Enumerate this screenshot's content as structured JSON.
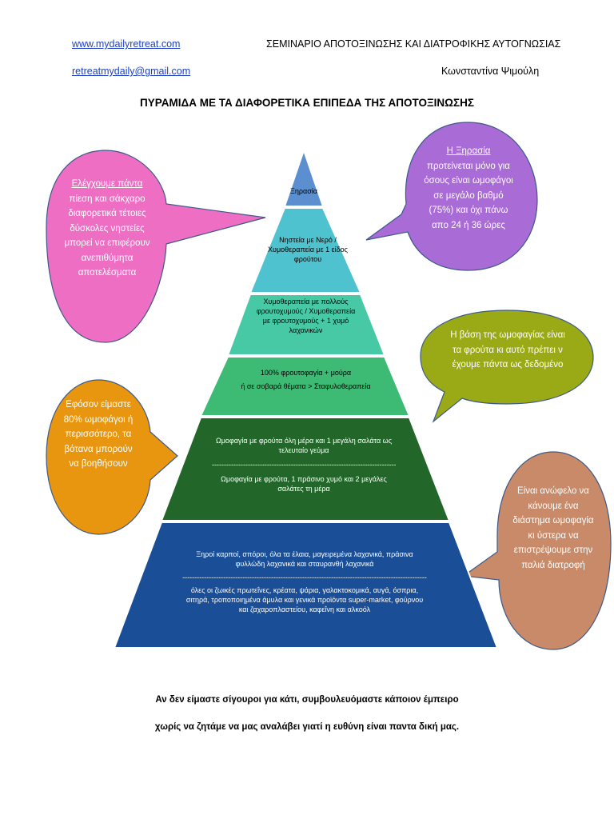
{
  "header": {
    "website": "www.mydailyretreat.com",
    "seminar": "ΣΕΜΙΝΑΡΙΟ ΑΠΟΤΟΞΙΝΩΣΗΣ ΚΑΙ ΔΙΑΤΡΟΦΙΚΗΣ ΑΥΤΟΓΝΩΣΙΑΣ",
    "email": "retreatmydaily@gmail.com",
    "author": "Κωνσταντίνα Ψιμούλη"
  },
  "title": "ΠΥΡΑΜΙΔΑ ΜΕ ΤΑ ΔΙΑΦΟΡΕΤΙΚΑ ΕΠΙΠΕΔΑ ΤΗΣ ΑΠΟΤΟΞΙΝΩΣΗΣ",
  "pyramid": {
    "level1": "Ξηρασία",
    "level2": "Νηστεία με Νερό /Χυμοθεραπεία με 1 είδος φρούτου",
    "level3": "Χυμοθεραπεία με πολλούς φρουτοχυμούς / Χυμοθεραπεία με φρουτοχυμούς + 1 χυμό λαχανικών",
    "level4_a": "100% φρουτοφαγία + μούρα",
    "level4_b": "ή σε σοβαρά θέματα > Σταφυλοθεραπεία",
    "level5_a": "Ωμοφαγία με φρούτα όλη μέρα και 1 μεγάλη σαλάτα ως τελευταίο γεύμα",
    "level5_sep": "--------------------------------------------------------------------------------------",
    "level5_b": "Ωμοφαγία με φρούτα, 1 πράσινο χυμό και 2 μεγάλες σαλάτες τη μέρα",
    "level6_a": "Ξηροί καρποί, σπόροι, όλα τα έλαια, μαγειρεμένα λαχανικά, πράσινα φυλλώδη λαχανικά και σταυρανθή λαχανικά",
    "level6_sep": "------------------------------------------------------------------------------------------------------",
    "level6_b": "όλες οι ζωικές πρωτεΐνες, κρέατα, ψάρια, γαλακτοκομικά, αυγά, όσπρια, σιτηρά, τροποποιημένα άμυλα και γενικά προϊόντα super-market, φούρνου και ζαχαροπλαστείου, καφεΐνη και αλκοόλ"
  },
  "bubbles": {
    "pink_head": "Ελέγχουμε πάντα",
    "pink_body": "πίεση και σάκχαρο διαφορετικά τέτοιες δύσκολες νηστείες μπορεί να επιφέρουν ανεπιθύμητα αποτελέσματα",
    "purple_head": "Η Ξηρασία",
    "purple_body": "προτείνεται μόνο για όσους είναι ωμοφάγοι σε μεγάλο βαθμό (75%) και όχι πάνω απο 24 ή 36 ώρες",
    "green": "Η βάση της ωμοφαγίας είναι τα φρούτα κι αυτό πρέπει ν έχουμε πάντα ως δεδομένο",
    "orange": "Εφόσον είμαστε 80% ωμοφάγοι ή περισσότερο, τα βότανα μπορούν να βοηθήσουν",
    "brown": "Είναι ανώφελο να κάνουμε ένα διάστημα ωμοφαγία κι ύστερα να επιστρέψουμε στην παλιά διατροφή"
  },
  "footer": {
    "line1": "Αν δεν είμαστε σίγουροι για κάτι, συμβουλευόμαστε κάποιον έμπειρο",
    "line2": "χωρίς να ζητάμε να μας αναλάβει γιατί η ευθύνη είναι παντα δική μας."
  },
  "colors": {
    "level1": "#5b8fd0",
    "level2": "#4ec2ce",
    "level3": "#48c9a6",
    "level4": "#3dbb75",
    "level5": "#23662a",
    "level6": "#1a4e96",
    "pink": "#ee6ec4",
    "purple": "#a96bd6",
    "green": "#9aaa16",
    "orange": "#e8960f",
    "brown": "#c88a68"
  }
}
